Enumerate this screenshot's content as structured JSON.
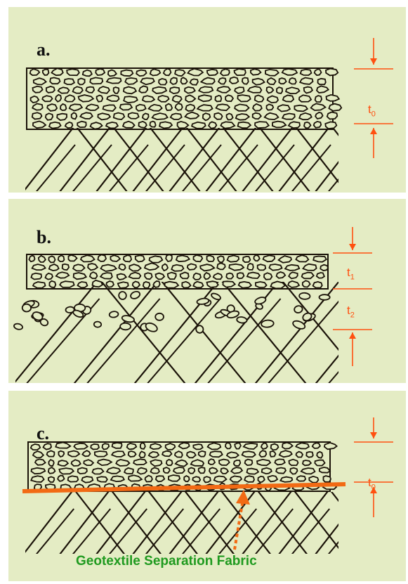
{
  "panels": [
    {
      "id": "a",
      "label": "a.",
      "thickness_labels": [
        {
          "base": "t",
          "sub": "0"
        }
      ]
    },
    {
      "id": "b",
      "label": "b.",
      "thickness_labels": [
        {
          "base": "t",
          "sub": "1"
        },
        {
          "base": "t",
          "sub": "2"
        }
      ]
    },
    {
      "id": "c",
      "label": "c.",
      "thickness_labels": [
        {
          "base": "t",
          "sub": "0"
        }
      ]
    }
  ],
  "callout": {
    "text": "Geotextile Separation Fabric"
  },
  "colors": {
    "panel_background": "#e4ecc4",
    "ink": "#1a1208",
    "dimension": "#ff5010",
    "fabric": "#f26a14",
    "callout_text": "#1f9a1f"
  }
}
